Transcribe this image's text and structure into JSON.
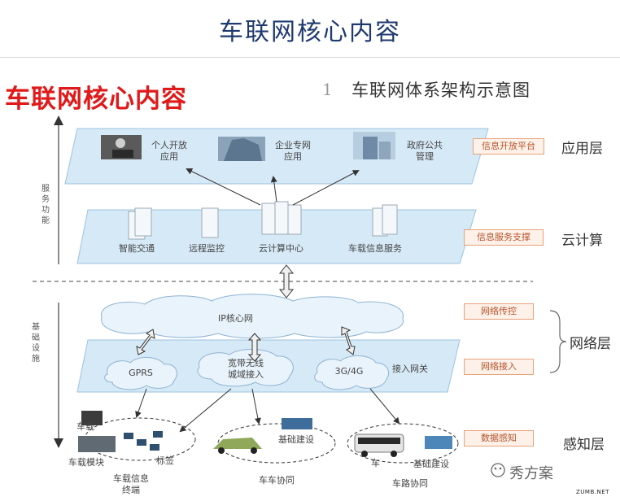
{
  "slide_title": "车联网核心内容",
  "red_title": "车联网核心内容",
  "figure": {
    "number": "1",
    "caption": "车联网体系架构示意图"
  },
  "axis": {
    "service": "服务功能",
    "infrastructure": "基础设施"
  },
  "application_layer": {
    "items": [
      {
        "label_line1": "个人开放",
        "label_line2": "应用",
        "icon": "person-at-computer-photo"
      },
      {
        "label_line1": "企业专网",
        "label_line2": "应用",
        "icon": "office-building-photo"
      },
      {
        "label_line1": "政府公共",
        "label_line2": "管理",
        "icon": "government-building-photo"
      }
    ],
    "side_box": "信息开放平台",
    "layer_name": "应用层"
  },
  "cloud_layer": {
    "items": [
      "智能交通",
      "远程监控",
      "云计算中心",
      "车载信息服务"
    ],
    "side_box": "信息服务支撑",
    "layer_name": "云计算"
  },
  "network_layer": {
    "core": "IP核心网",
    "access_items": [
      {
        "line1": "GPRS",
        "line2": ""
      },
      {
        "line1": "宽带无线",
        "line2": "城域接入"
      },
      {
        "line1": "3G/4G",
        "line2": ""
      }
    ],
    "gateway": "接入网关",
    "side_box_top": "网络传控",
    "side_box_bottom": "网络接入",
    "layer_name": "网络层"
  },
  "perception_layer": {
    "group1_labels": [
      "车载",
      "车载模块",
      "标签"
    ],
    "group2_labels": [
      "基础建设"
    ],
    "group3_labels": [
      "车",
      "基础建设"
    ],
    "bottom_labels": [
      {
        "line1": "车载信息",
        "line2": "终端"
      },
      {
        "line1": "车车协同",
        "line2": ""
      },
      {
        "line1": "车路协同",
        "line2": ""
      }
    ],
    "side_box": "数据感知",
    "layer_name": "感知层"
  },
  "watermark": "秀方案",
  "watermark_sub": "ZUMB.NET",
  "colors": {
    "title_blue": "#1f3a6e",
    "red": "#e01a1a",
    "band_fill": "#d6e9f6",
    "band_stroke": "#9cc3e0",
    "side_box_stroke": "#e8a27a",
    "side_box_text": "#b6542a"
  }
}
